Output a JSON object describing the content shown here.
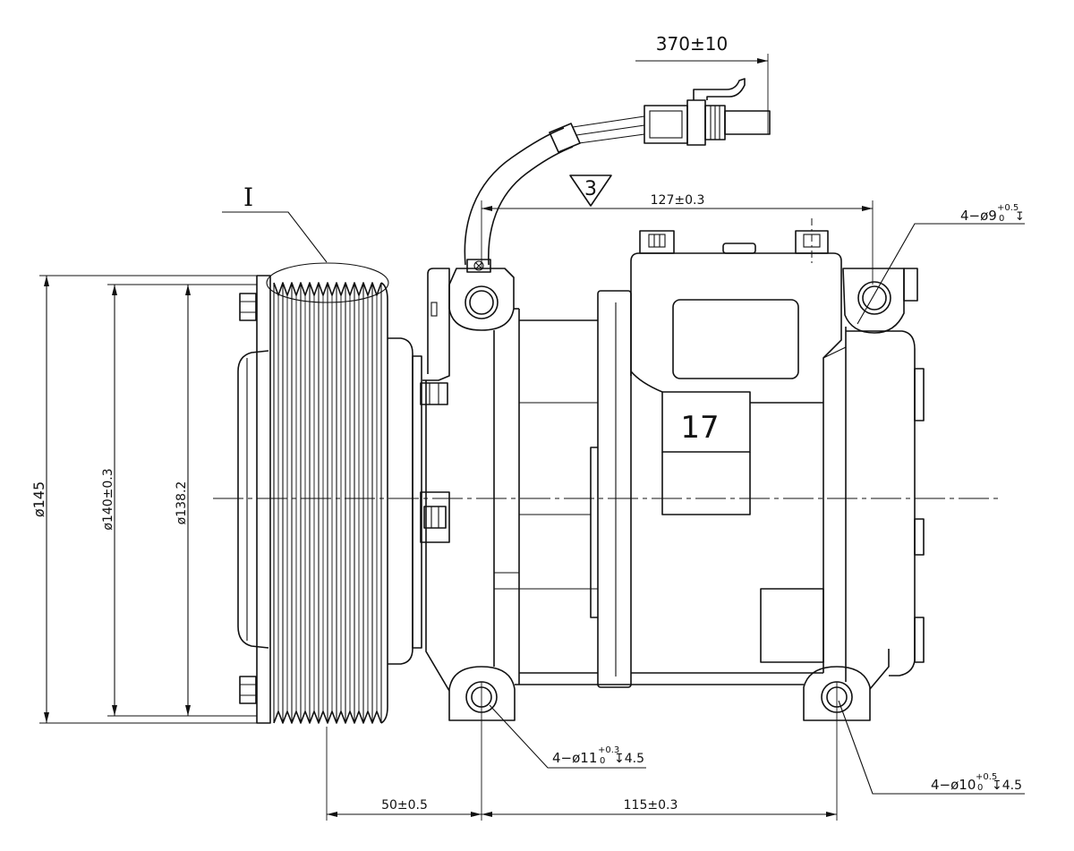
{
  "colors": {
    "ink": "#111111",
    "background": "#ffffff"
  },
  "labels": {
    "cable_length": "370±10",
    "detail_mark": "I",
    "triangle_note": "3",
    "part_box": "17",
    "dim_127": "127±0.3",
    "dim_145": "ø145",
    "dim_140": "ø140±0.3",
    "dim_138": "ø138.2",
    "dim_50": "50±0.5",
    "dim_115": "115±0.3",
    "hole_top": {
      "base": "4−ø9",
      "upper": "+0.5",
      "lower": "0",
      "depth": "↧"
    },
    "hole_bottom_left": {
      "base": "4−ø11",
      "upper": "+0.3",
      "lower": "0",
      "depth": "↧4.5"
    },
    "hole_bottom_right": {
      "base": "4−ø10",
      "upper": "+0.5",
      "lower": "0",
      "depth": "↧4.5"
    }
  }
}
